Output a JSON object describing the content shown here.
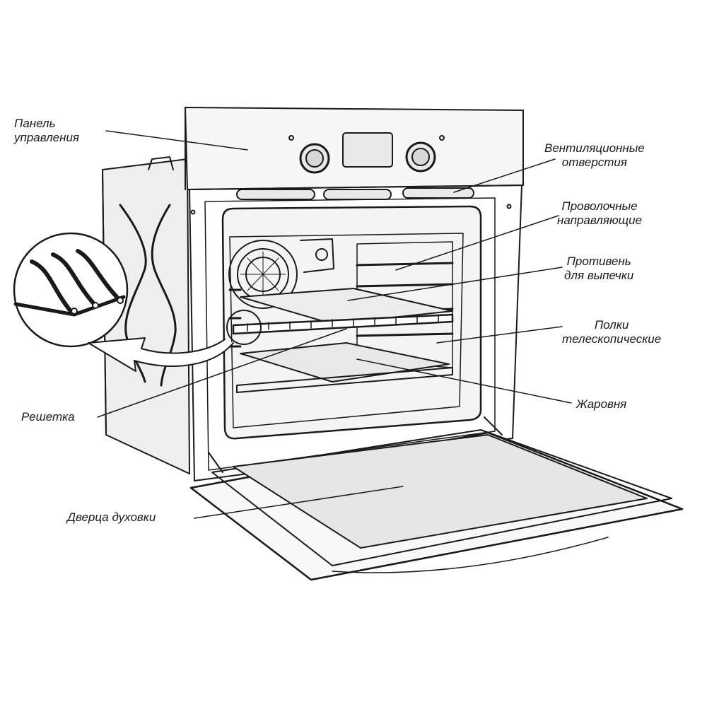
{
  "labels": {
    "control_panel": [
      "Панель",
      "управления"
    ],
    "vent_holes": [
      "Вентиляционные",
      "отверстия"
    ],
    "wire_guides": [
      "Проволочные",
      "направляющие"
    ],
    "baking_tray": [
      "Противень",
      "для выпечки"
    ],
    "telescopic_shelves": [
      "Полки",
      "телескопические"
    ],
    "roasting_pan": "Жаровня",
    "grill_rack": "Решетка",
    "oven_door": "Дверца духовки"
  },
  "colors": {
    "line": "#1a1a1a",
    "panel_fill": "#e9e9e9",
    "cavity_fill": "#f2f2f2",
    "door_glass": "#e6e6e6"
  }
}
